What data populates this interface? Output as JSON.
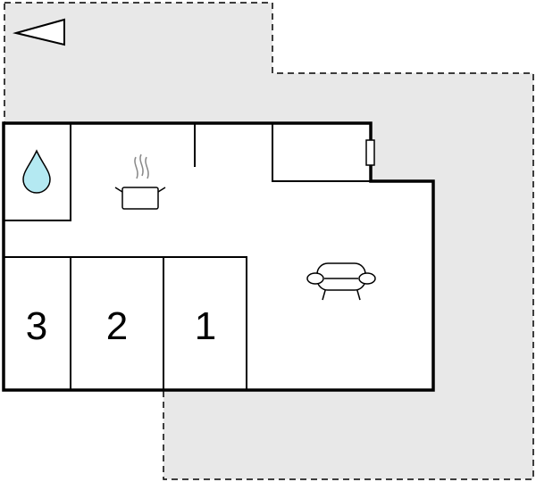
{
  "colors": {
    "outdoor_area": "#e8e8e8",
    "wall": "#000000",
    "dashed_border": "#000000",
    "interior": "#ffffff",
    "water_drop": "#b4e9f2",
    "icon_stroke": "#000000",
    "steam": "#888888"
  },
  "icons": {
    "north_arrow": "triangle-arrow-left",
    "bathroom": "water-drop-icon",
    "kitchen": "cooking-pot-icon",
    "living_room": "sofa-icon",
    "fireplace": "stove-icon"
  },
  "rooms": {
    "bedroom_3": {
      "label": "3"
    },
    "bedroom_2": {
      "label": "2"
    },
    "bedroom_1": {
      "label": "1"
    }
  }
}
